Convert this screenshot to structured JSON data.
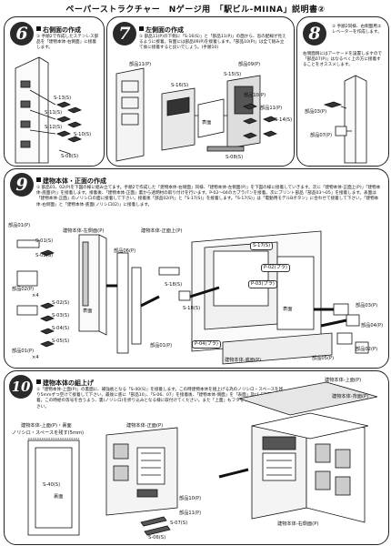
{
  "header": {
    "title": "ペーパーストラクチャー　Nゲージ用　「駅ビル-MIINA」説明書②"
  },
  "step6": {
    "num": "6",
    "heading": "右側面の作成",
    "note": "① 手順2で作成したステンレス部品を「建物本体-右側面」に接着します。",
    "labels": [
      "S-13(S)",
      "S-11(S)",
      "S-12(S)",
      "S-10(S)",
      "S-08(S)"
    ]
  },
  "step7": {
    "num": "7",
    "heading": "左側面の作成",
    "note": "① 部品11(P)の下側に「S-16(S)」と「部品11(P)」の面から、窓の配線が見えるように接着。背面には部品09(P)を接着します。「部品10(P)」は全て組み立て後に接着すると良いでしょう。(手順10)",
    "labels": [
      "部品11(P)",
      "S-15(S)",
      "S-16(S)",
      "部品09(P)",
      "部品10(P)",
      "S-14(S)",
      "S-08(S)",
      "表面",
      "部品11(P)"
    ]
  },
  "step8": {
    "num": "8",
    "note1": "① 手順2同様、右側面用エレベーターを作成します。",
    "note2": "右側面側にはアーケードを設置しますので「部品07(P)」はなるべく上の方に接着することをオススメします。",
    "labels": [
      "部品03(P)",
      "部品07(P)"
    ]
  },
  "step9": {
    "num": "9",
    "heading": "建物本体・正面の作成",
    "note": "① 部品01、02(P)を下図の様に組み立てます。手順2で作成した「建物本体-右側面」同様、「建物本体-左側面(P)」を下図の様に接着していきます。次に「建物本体-正面上(P)」「建物本体-底面(P)」を接着します。接着後、「建物本体-正面」裏から透明材の取り付けを行います。P-02〜04のカプラパンを接着。次にプリント部品「部品03〜05」を接着します。表面は「建物本体-正面」のノリシロの面に接着して下さい。接着後「部品02(P)」と「S-17(S)」を接着します。「S-17(S)」は「電動用モデルBボタン」に合わせて接着して下さい。「建物本体-右側面」と「建物本体-底面(ノリシロ02)」に接着します。",
    "labels": [
      "部品01(P)",
      "S-01(S)",
      "S-02(S)",
      "部品02(P)",
      "部品01(P)",
      "建物本体-左側面(P)",
      "部品06(P)",
      "建物本体-正面上(P)",
      "S-17(S)",
      "P-02(プラ)",
      "P-03(プラ)",
      "P-04(プラ)",
      "S-18(S)",
      "S-18(S)",
      "部品01(P)",
      "部品03(P)",
      "部品04(P)",
      "部品02(P)",
      "部品05(P)",
      "建物本体-底面(P)",
      "S-05(S)",
      "S-04(S)",
      "S-03(S)",
      "S-02(S)",
      "×4",
      "×4",
      "表面",
      "表面"
    ]
  },
  "step10": {
    "num": "10",
    "heading": "建物本体の組上げ",
    "note": "①「建物本体-上面(P)」の裏面に、補強板となる「S-40(S)」を接着します。この時建物本体を組上げる為のノリシロ・スペースを残り5mmずつ空けて接着して下さい。最後に底に「部品10」、「S-06、07」を接着後、「建物本体-側面」を「表面」及び「正面」と接着。この時絵の等号を合うよう、裏(ノリシロ)を折り込みとなる様に取付けてください。また「上面」もフタをするように接着して下さい。",
    "labels": [
      "建物本体-上面(P)・裏面",
      "ノリシロ・スペースを残す(5mm)",
      "S-40(S)",
      "裏面",
      "建物本体-正面(P)",
      "部品10(P)",
      "部品11(P)",
      "S-06(S)",
      "S-07(S)",
      "建物本体-上面(P)",
      "建物本体-背面(P)",
      "建物本体-右側面(P)"
    ]
  }
}
